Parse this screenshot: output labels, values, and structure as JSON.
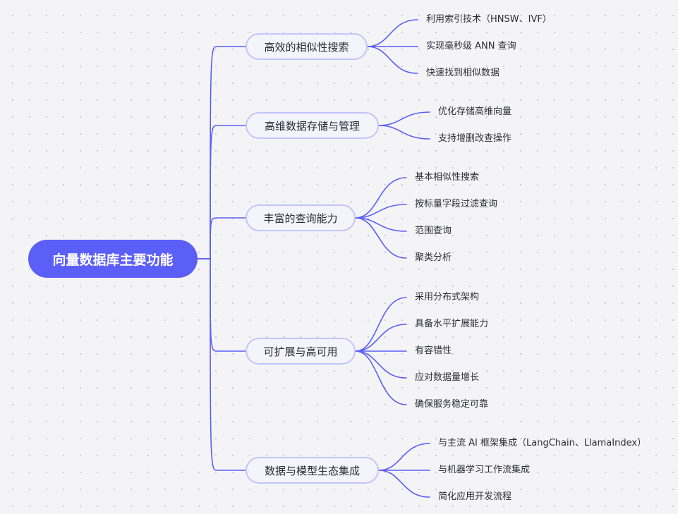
{
  "mindmap": {
    "root": "向量数据库主要功能",
    "branches": [
      {
        "label": "高效的相似性搜索",
        "children": [
          "利用索引技术（HNSW、IVF）",
          "实现毫秒级 ANN 查询",
          "快速找到相似数据"
        ]
      },
      {
        "label": "高维数据存储与管理",
        "children": [
          "优化存储高维向量",
          "支持增删改查操作"
        ]
      },
      {
        "label": "丰富的查询能力",
        "children": [
          "基本相似性搜索",
          "按标量字段过滤查询",
          "范围查询",
          "聚类分析"
        ]
      },
      {
        "label": "可扩展与高可用",
        "children": [
          "采用分布式架构",
          "具备水平扩展能力",
          "有容错性",
          "应对数据量增长",
          "确保服务稳定可靠"
        ]
      },
      {
        "label": "数据与模型生态集成",
        "children": [
          "与主流 AI 框架集成（LangChain、LlamaIndex）",
          "与机器学习工作流集成",
          "简化应用开发流程"
        ]
      }
    ]
  },
  "colors": {
    "root_fill": "#5b5ef7",
    "edge": "#5b5ef7",
    "branch_border": "#c3c4fa"
  }
}
